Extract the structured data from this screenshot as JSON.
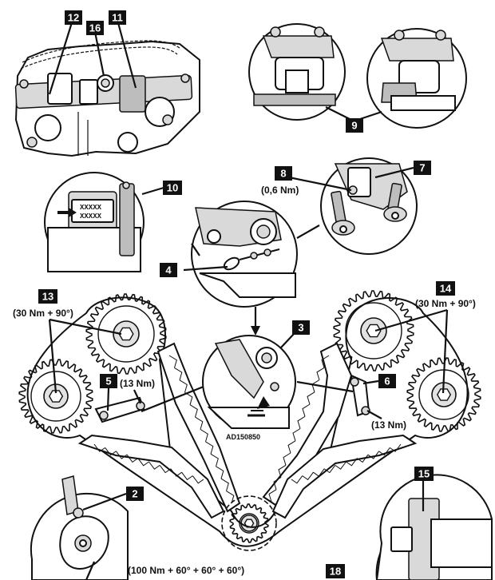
{
  "callouts": {
    "c2": "2",
    "c3": "3",
    "c4": "4",
    "c5": "5",
    "c6": "6",
    "c7": "7",
    "c8": "8",
    "c9": "9",
    "c10": "10",
    "c11": "11",
    "c12": "12",
    "c13": "13",
    "c14": "14",
    "c15": "15",
    "c16": "16",
    "c18": "18"
  },
  "torques": {
    "t8": "(0,6 Nm)",
    "t13": "(30 Nm + 90°)",
    "t14": "(30 Nm + 90°)",
    "t5": "(13 Nm)",
    "t6": "(13 Nm)",
    "t_crank": "(100 Nm + 60° + 60° + 60°)"
  },
  "marking": {
    "line1": "XXXXX",
    "line2": "XXXXX"
  },
  "figure_code": "AD150850"
}
